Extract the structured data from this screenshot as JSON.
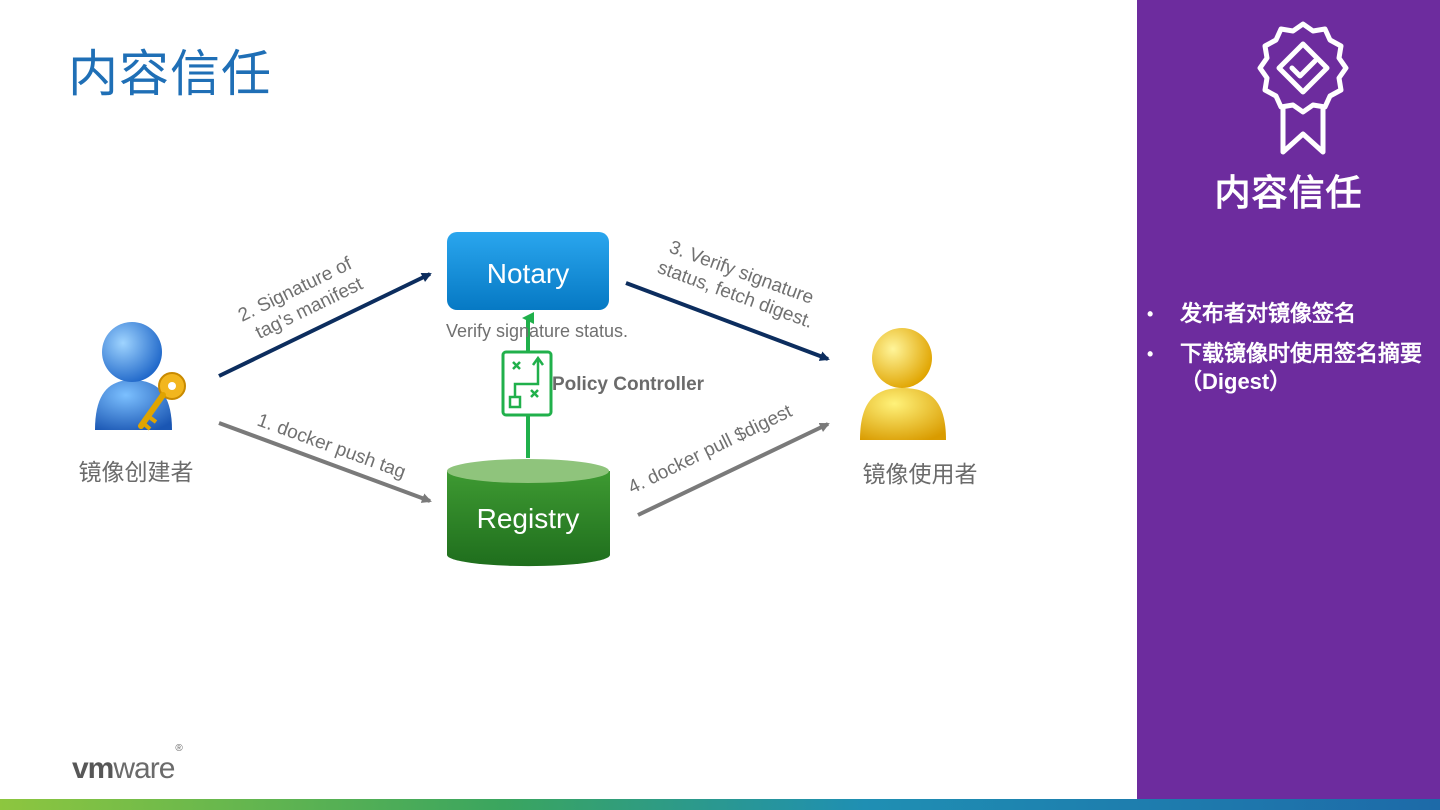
{
  "slide": {
    "title": "内容信任"
  },
  "diagram": {
    "notary_label": "Notary",
    "registry_label": "Registry",
    "notary_caption": "Verify signature status.",
    "policy_label": "Policy Controller",
    "creator_label": "镜像创建者",
    "consumer_label": "镜像使用者",
    "arrow_push": "1. docker push tag",
    "arrow_sign_line1": "2. Signature of",
    "arrow_sign_line2": "tag's manifest",
    "arrow_verify_line1": "3. Verify signature",
    "arrow_verify_line2": "status, fetch digest.",
    "arrow_pull": "4. docker pull $digest"
  },
  "sidebar": {
    "title": "内容信任",
    "bullets": [
      "发布者对镜像签名",
      "下载镜像时使用签名摘要（Digest）"
    ]
  },
  "footer": {
    "logo_bold": "vm",
    "logo_rest": "ware",
    "logo_mark": "®"
  },
  "colors": {
    "title_blue": "#1f6fb6",
    "sidebar_purple": "#6d2c9e",
    "notary_blue": "#0d8edb",
    "registry_green": "#2e8b2e",
    "policy_green": "#20b04b",
    "arrow_navy": "#0c2d5e",
    "arrow_gray": "#7a7a7a"
  }
}
